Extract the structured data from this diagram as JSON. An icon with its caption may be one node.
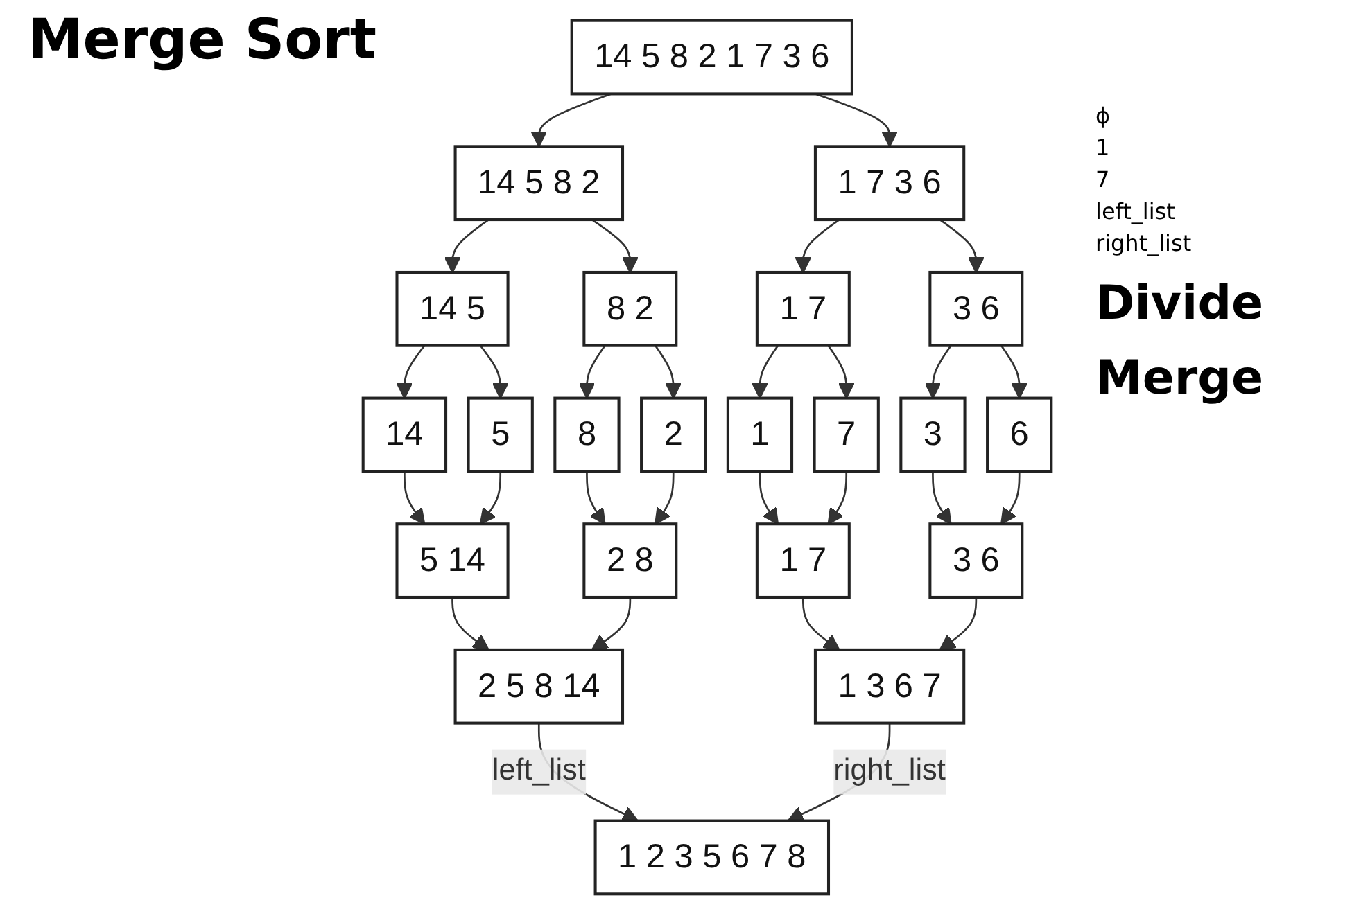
{
  "diagram": {
    "title": "Merge Sort",
    "nodes": [
      {
        "text": [
          "14 5 8 2 1 7 3 6"
        ]
      },
      {
        "text": [
          "14 5 8 2"
        ]
      },
      {
        "text": [
          "1 7 3 6"
        ]
      },
      {
        "text": [
          "14 5"
        ]
      },
      {
        "text": [
          "8 2"
        ]
      },
      {
        "text": [
          "1 7"
        ]
      },
      {
        "text": [
          "3 6"
        ]
      },
      {
        "text": [
          "14"
        ]
      },
      {
        "text": [
          "5"
        ]
      },
      {
        "text": [
          "8"
        ]
      },
      {
        "text": [
          "2"
        ]
      },
      {
        "text": [
          "1"
        ]
      },
      {
        "text": [
          "7"
        ]
      },
      {
        "text": [
          "3"
        ]
      },
      {
        "text": [
          "6"
        ]
      },
      {
        "text": [
          "5 14"
        ]
      },
      {
        "text": [
          "2 8"
        ]
      },
      {
        "text": [
          "1 7"
        ]
      },
      {
        "text": [
          "3 6"
        ]
      },
      {
        "text": [
          "2 5 8 14"
        ]
      },
      {
        "text": [
          "1 3 6 7"
        ]
      },
      {
        "text": [
          "1 2 3 5 6 7 8"
        ]
      }
    ],
    "edges": [
      {
        "from": 0,
        "to": 1,
        "arrow": "to"
      },
      {
        "from": 0,
        "to": 2,
        "arrow": "to"
      },
      {
        "from": 1,
        "to": 3,
        "arrow": "to"
      },
      {
        "from": 1,
        "to": 4,
        "arrow": "to"
      },
      {
        "from": 2,
        "to": 5,
        "arrow": "to"
      },
      {
        "from": 2,
        "to": 6,
        "arrow": "to"
      },
      {
        "from": 3,
        "to": 7,
        "arrow": "to"
      },
      {
        "from": 3,
        "to": 8,
        "arrow": "to"
      },
      {
        "from": 4,
        "to": 9,
        "arrow": "to"
      },
      {
        "from": 4,
        "to": 10,
        "arrow": "to"
      },
      {
        "from": 5,
        "to": 11,
        "arrow": "to"
      },
      {
        "from": 5,
        "to": 12,
        "arrow": "to"
      },
      {
        "from": 6,
        "to": 13,
        "arrow": "to"
      },
      {
        "from": 6,
        "to": 14,
        "arrow": "to"
      },
      {
        "from": 7,
        "to": 15,
        "arrow": "to"
      },
      {
        "from": 8,
        "to": 15,
        "arrow": "to"
      },
      {
        "from": 9,
        "to": 16,
        "arrow": "to"
      },
      {
        "from": 10,
        "to": 16,
        "arrow": "to"
      },
      {
        "from": 11,
        "to": 17,
        "arrow": "to"
      },
      {
        "from": 12,
        "to": 17,
        "arrow": "to"
      },
      {
        "from": 13,
        "to": 18,
        "arrow": "to"
      },
      {
        "from": 14,
        "to": 18,
        "arrow": "to"
      },
      {
        "from": 15,
        "to": 19,
        "arrow": "to"
      },
      {
        "from": 16,
        "to": 19,
        "arrow": "to"
      },
      {
        "from": 17,
        "to": 20,
        "arrow": "to"
      },
      {
        "from": 18,
        "to": 20,
        "arrow": "to"
      },
      {
        "from": 19,
        "to": 21,
        "label": "left_list",
        "arrow": "to"
      },
      {
        "from": 20,
        "to": 21,
        "label": "right_list",
        "arrow": "to"
      }
    ],
    "labels": [
      "ϕ",
      "1",
      "7",
      "left_list",
      "right_list",
      "Divide",
      "Merge"
    ]
  }
}
